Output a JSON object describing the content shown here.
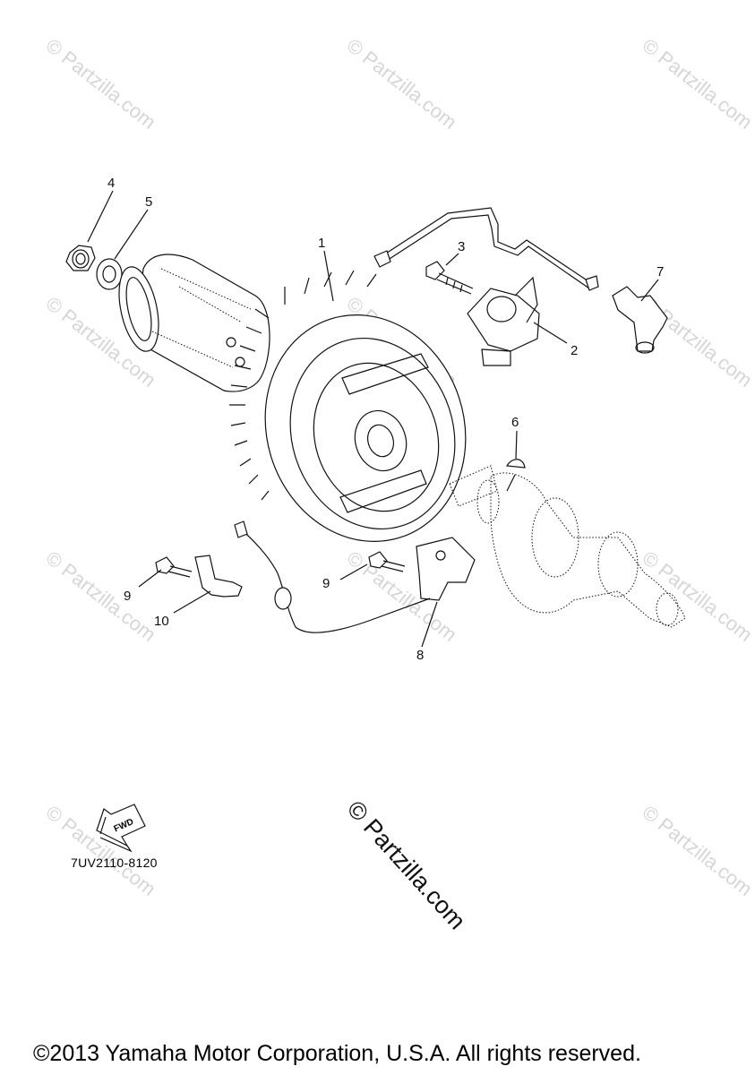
{
  "watermark": {
    "text": "© Partzilla.com"
  },
  "callouts": [
    {
      "id": "callout-1",
      "label": "1"
    },
    {
      "id": "callout-2",
      "label": "2"
    },
    {
      "id": "callout-3",
      "label": "3"
    },
    {
      "id": "callout-4",
      "label": "4"
    },
    {
      "id": "callout-5",
      "label": "5"
    },
    {
      "id": "callout-6",
      "label": "6"
    },
    {
      "id": "callout-7",
      "label": "7"
    },
    {
      "id": "callout-8",
      "label": "8"
    },
    {
      "id": "callout-9a",
      "label": "9"
    },
    {
      "id": "callout-9b",
      "label": "9"
    },
    {
      "id": "callout-10",
      "label": "10"
    }
  ],
  "fwd_label": "FWD",
  "diagram_code": "7UV2110-8120",
  "copyright": "©2013 Yamaha Motor Corporation, U.S.A. All rights reserved."
}
